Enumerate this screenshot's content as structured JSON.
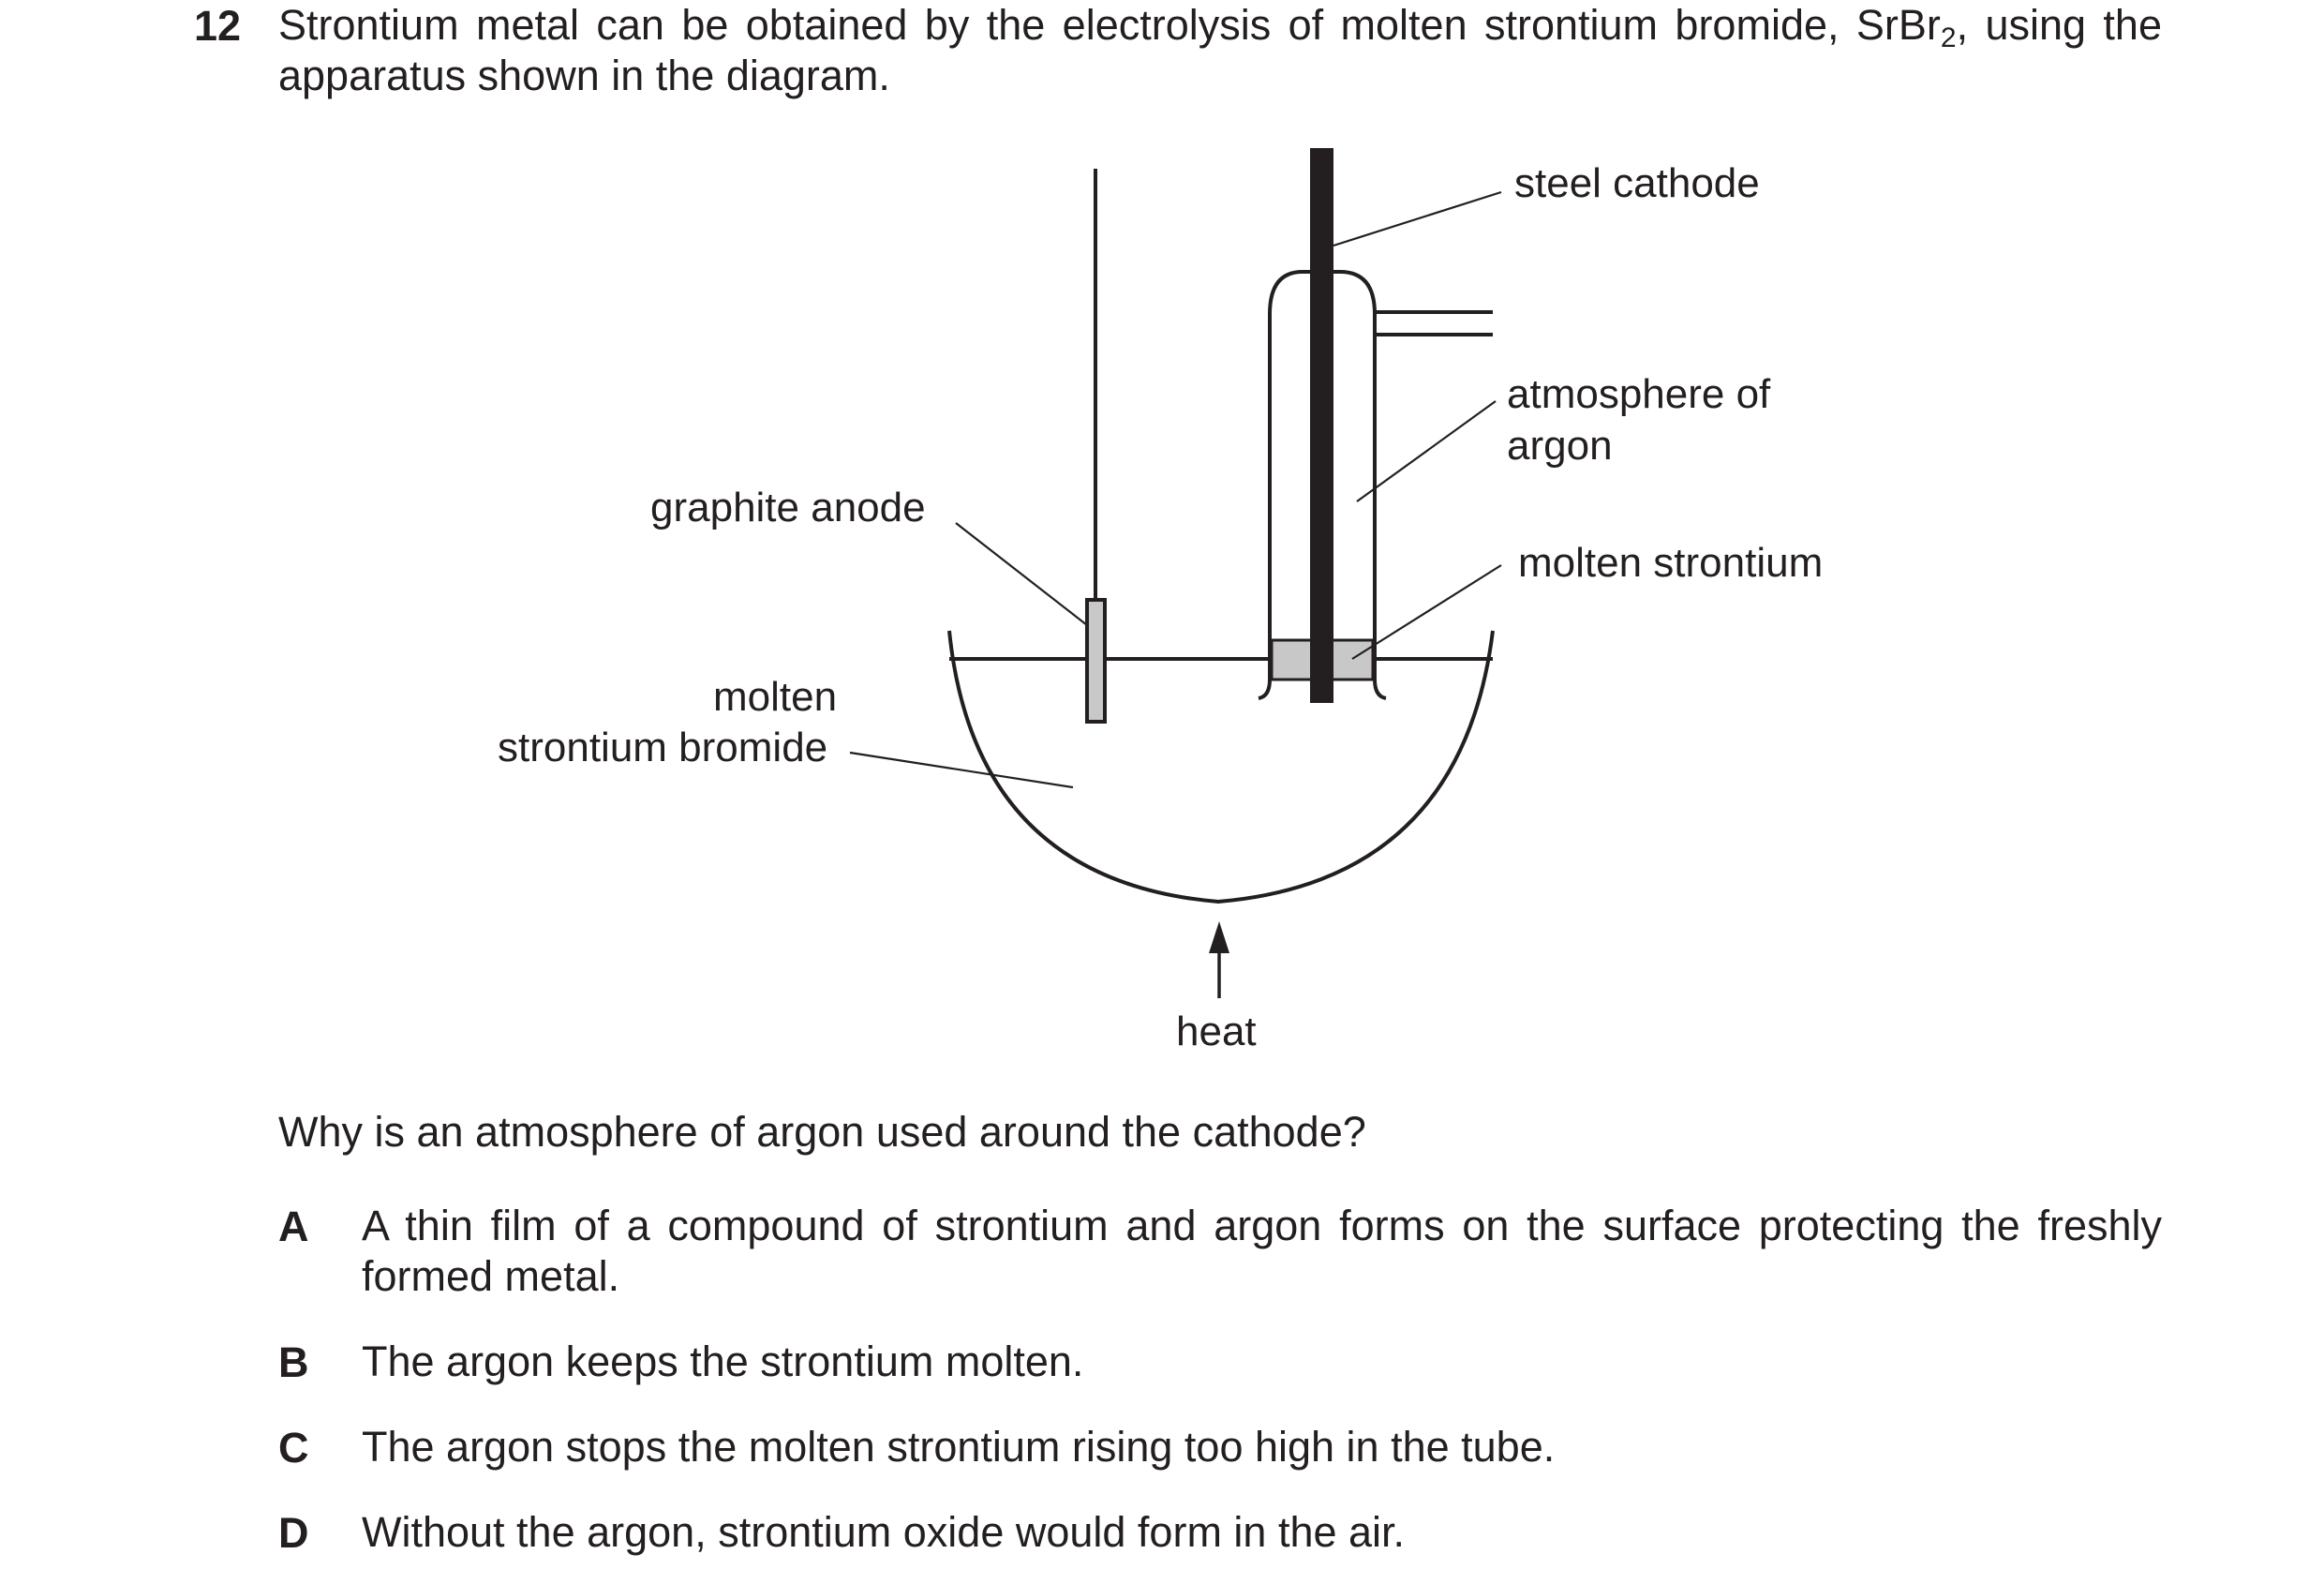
{
  "question": {
    "number": "12",
    "stem_before": "Strontium metal can be obtained by the electrolysis of molten strontium bromide, SrBr",
    "stem_subscript": "2",
    "stem_after": ", using the apparatus shown in the diagram."
  },
  "diagram": {
    "labels": {
      "steel_cathode": "steel cathode",
      "atmosphere_line1": "atmosphere of",
      "atmosphere_line2": "argon",
      "graphite_anode": "graphite anode",
      "molten_strontium": "molten strontium",
      "molten_bromide_line1": "molten",
      "molten_bromide_line2": "strontium bromide",
      "heat": "heat"
    }
  },
  "prompt": "Why is an atmosphere of argon used around the cathode?",
  "options": [
    {
      "letter": "A",
      "text": "A thin film of a compound of strontium and argon forms on the surface protecting the freshly formed metal."
    },
    {
      "letter": "B",
      "text": "The argon keeps the strontium molten."
    },
    {
      "letter": "C",
      "text": "The argon stops the molten strontium rising too high in the tube."
    },
    {
      "letter": "D",
      "text": "Without the argon, strontium oxide would form in the air."
    }
  ]
}
